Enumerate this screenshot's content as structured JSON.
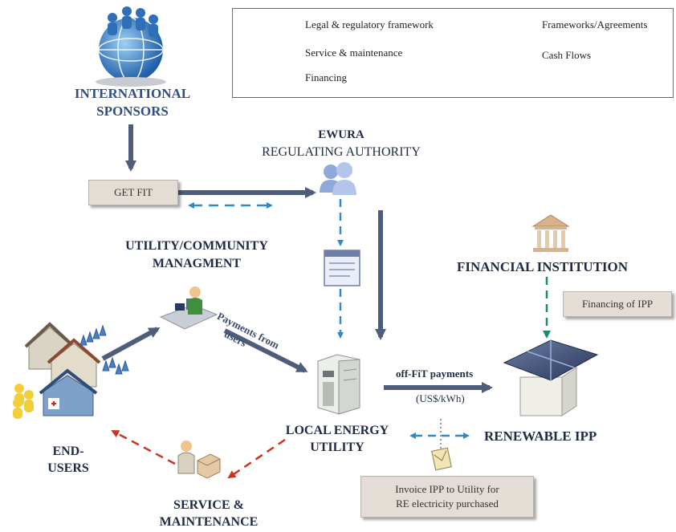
{
  "legend": {
    "legal": "Legal & regulatory framework",
    "service": "Service & maintenance",
    "financing": "Financing",
    "frameworks": "Frameworks/Agreements",
    "cash": "Cash Flows"
  },
  "colors": {
    "legal": "#2e8ac8",
    "service": "#cc3322",
    "financing": "#1f8a73",
    "cash": "#4f5d7c",
    "framework_box": "#e3ddd6",
    "label_text": "#1f2a44"
  },
  "nodes": {
    "sponsors_line1": "INTERNATIONAL",
    "sponsors_line2": "SPONSORS",
    "ewura_line1": "EWURA",
    "ewura_line2": "REGULATING AUTHORITY",
    "utility_mgmt_line1": "UTILITY/COMMUNITY",
    "utility_mgmt_line2": "MANAGMENT",
    "financial_institution": "FINANCIAL INSTITUTION",
    "local_utility_line1": "LOCAL ENERGY",
    "local_utility_line2": "UTILITY",
    "renewable_ipp": "RENEWABLE IPP",
    "end_users_line1": "END-",
    "end_users_line2": "USERS",
    "service_line1": "SERVICE &",
    "service_line2": "MAINTENANCE"
  },
  "boxes": {
    "get_fit": "GET FIT",
    "financing_ipp": "Financing of IPP",
    "invoice_line1": "Invoice IPP to Utility for",
    "invoice_line2": "RE electricity purchased"
  },
  "flow_labels": {
    "payments_line1": "Payments from",
    "payments_line2": "users",
    "offfit": "off-FiT payments",
    "offfit_unit": "(US$/kWh)"
  },
  "icons": [
    "globe-people-icon",
    "regulator-people-icon",
    "document-icon",
    "person-at-desk-icon",
    "bank-icon",
    "utility-building-icon",
    "solar-panel-icon",
    "houses-icon",
    "service-worker-icon",
    "envelope-icon",
    "power-lines-icon"
  ]
}
